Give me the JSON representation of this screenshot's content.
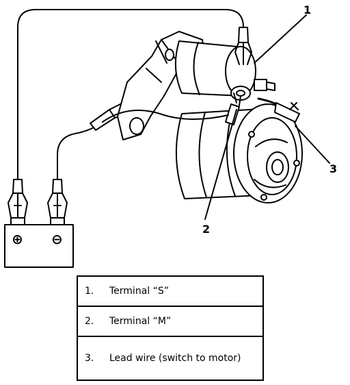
{
  "callouts": {
    "c1": "1",
    "c2": "2",
    "c3": "3"
  },
  "battery": {
    "positive_symbol": "⊕",
    "negative_symbol": "⊖"
  },
  "legend": [
    {
      "number": "1.",
      "text": "Terminal “S”"
    },
    {
      "number": "2.",
      "text": "Terminal “M”"
    },
    {
      "number": "3.",
      "text": "Lead wire (switch to motor)"
    }
  ]
}
